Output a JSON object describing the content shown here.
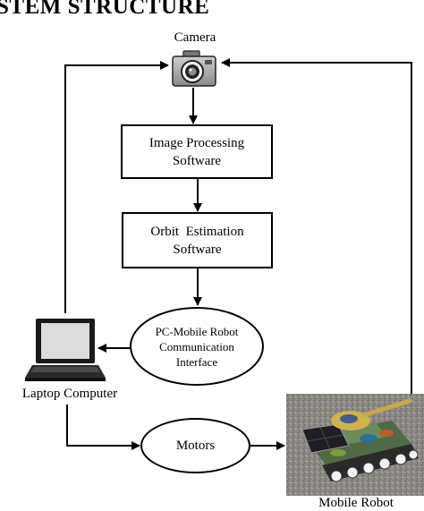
{
  "title": "STEM STRUCTURE",
  "nodes": {
    "camera": {
      "label": "Camera",
      "icon": "camera-icon"
    },
    "image_processing": {
      "line1": "Image Processing",
      "line2": "Software"
    },
    "orbit_estimation": {
      "line1": "Orbit  Estimation",
      "line2": "Software"
    },
    "communication": {
      "line1": "PC-Mobile Robot",
      "line2": "Communication",
      "line3": "Interface"
    },
    "laptop": {
      "label": "Laptop Computer",
      "icon": "laptop-icon"
    },
    "motors": {
      "label": "Motors"
    },
    "robot": {
      "label": "Mobile Robot",
      "image": "mobile-robot-photo"
    }
  }
}
